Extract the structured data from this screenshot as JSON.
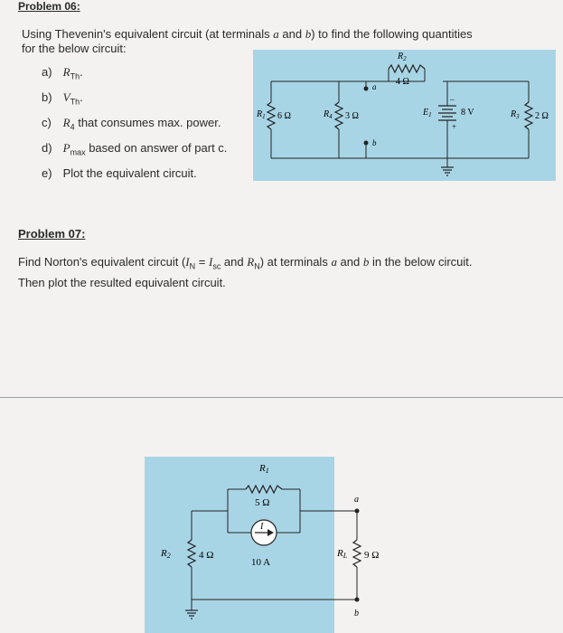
{
  "problem6": {
    "title": "Problem 06:",
    "intro_line1": "Using Thevenin's equivalent circuit (at terminals ",
    "intro_a": "a",
    "intro_and": " and ",
    "intro_b": "b",
    "intro_line1_end": ") to find the following quantities",
    "intro_line2": "for the below circuit:",
    "questions": [
      {
        "label": "a)",
        "text": "R",
        "sub": "Th",
        "rest": "."
      },
      {
        "label": "b)",
        "text": "V",
        "sub": "Th",
        "rest": "."
      },
      {
        "label": "c)",
        "text": "R",
        "sub": "4",
        "rest": " that consumes max. power."
      },
      {
        "label": "d)",
        "text": "P",
        "sub": "max",
        "rest": " based on answer of part c."
      },
      {
        "label": "e)",
        "text": "Plot the equivalent circuit.",
        "sub": "",
        "rest": ""
      }
    ],
    "circuit": {
      "r1_name": "R",
      "r1_sub": "1",
      "r1_val": "6 Ω",
      "r4_name": "R",
      "r4_sub": "4",
      "r4_val": "3 Ω",
      "r2_name": "R",
      "r2_sub": "2",
      "r2_val": "4 Ω",
      "e1_name": "E",
      "e1_sub": "1",
      "e1_val": "8 V",
      "r3_name": "R",
      "r3_sub": "3",
      "r3_val": "2 Ω",
      "term_a": "a",
      "term_b": "b",
      "plus": "+",
      "minus": "–"
    }
  },
  "problem7": {
    "title": "Problem 07:",
    "line1_pre": "Find Norton's equivalent circuit (",
    "iN": "I",
    "iN_sub": "N",
    "eq": " = ",
    "isc": "I",
    "isc_sub": "sc",
    "and": " and ",
    "rN": "R",
    "rN_sub": "N",
    "line1_post": ") at terminals ",
    "a": "a",
    "and2": " and ",
    "b": "b",
    "line1_end": " in the below circuit.",
    "line2": "Then plot the resulted equivalent circuit.",
    "circuit": {
      "r1_name": "R",
      "r1_sub": "1",
      "r1_val": "5 Ω",
      "r2_name": "R",
      "r2_sub": "2",
      "r2_val": "4 Ω",
      "source_val": "10 A",
      "source_label": "I",
      "rl_name": "R",
      "rl_sub": "L",
      "rl_val": "9 Ω",
      "term_a": "a",
      "term_b": "b"
    }
  },
  "colors": {
    "panel": "#a8d5e6",
    "background": "#f3f2f1",
    "wire": "#222222"
  }
}
